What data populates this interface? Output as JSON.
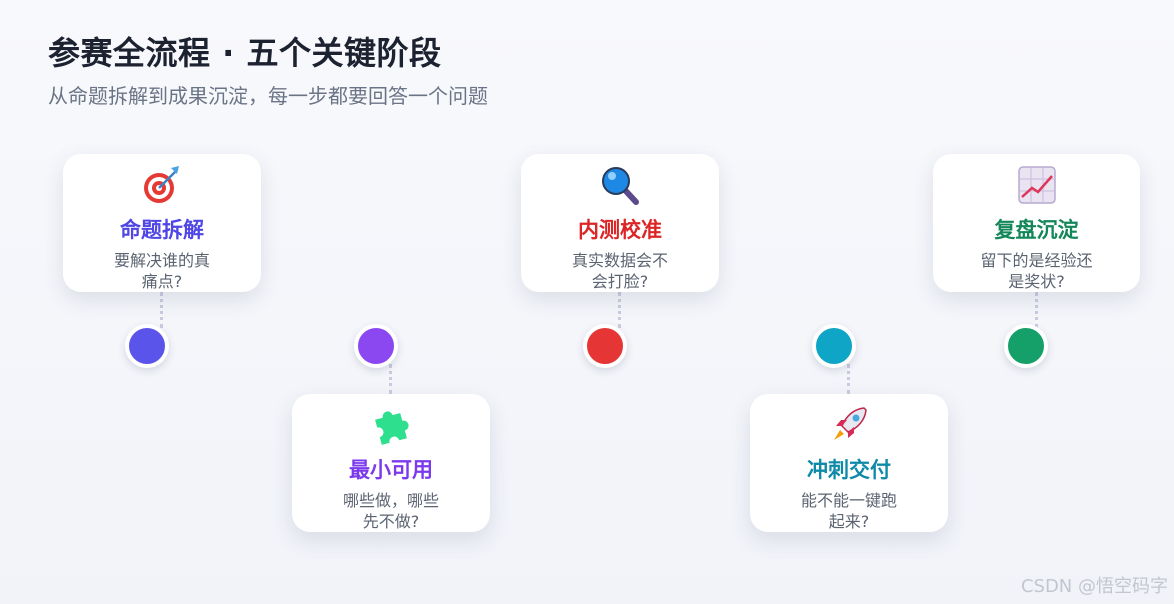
{
  "title": "参赛全流程 · 五个关键阶段",
  "subtitle": "从命题拆解到成果沉淀，每一步都要回答一个问题",
  "stages": [
    {
      "name": "命题拆解",
      "desc": "要解决谁的真痛点?",
      "color": "#4f46e5",
      "dot": "#5b54ea",
      "icon": "target-icon"
    },
    {
      "name": "最小可用",
      "desc": "哪些做，哪些先不做?",
      "color": "#7c3aed",
      "dot": "#8b47f0",
      "icon": "puzzle-icon"
    },
    {
      "name": "内测校准",
      "desc": "真实数据会不会打脸?",
      "color": "#dc2626",
      "dot": "#e53535",
      "icon": "magnifier-icon"
    },
    {
      "name": "冲刺交付",
      "desc": "能不能一键跑起来?",
      "color": "#0e8aa8",
      "dot": "#0ea5c6",
      "icon": "rocket-icon"
    },
    {
      "name": "复盘沉淀",
      "desc": "留下的是经验还是奖状?",
      "color": "#13875a",
      "dot": "#15a06a",
      "icon": "chart-up-icon"
    }
  ],
  "watermark": "CSDN @悟空码字"
}
